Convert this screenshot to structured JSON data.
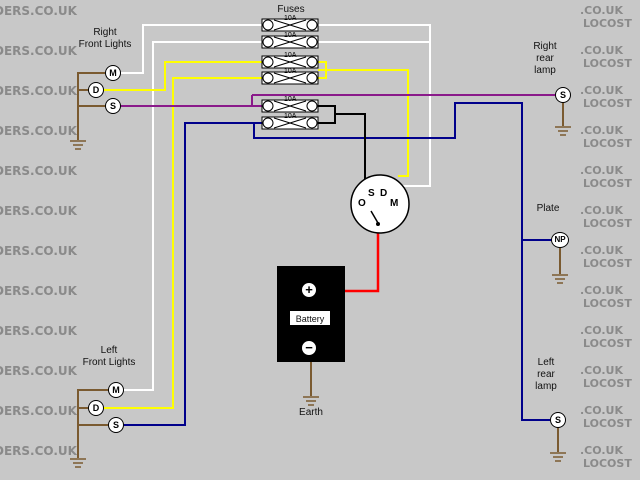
{
  "watermark": {
    "left_rows": [
      "DERS.CO.UK",
      "DERS.CO.UK",
      "DERS.CO.UK",
      "DERS.CO.UK",
      "DERS.CO.UK",
      "DERS.CO.UK",
      "DERS.CO.UK",
      "DERS.CO.UK",
      "DERS.CO.UK",
      "DERS.CO.UK",
      "DERS.CO.UK",
      "DERS.CO.UK"
    ],
    "right_rows": [
      "LOCOST",
      "LOCOST",
      "LOCOST",
      "LOCOST",
      "LOCOST",
      "LOCOST",
      "LOCOST",
      "LOCOST",
      "LOCOST",
      "LOCOST",
      "LOCOST",
      "LOCOST"
    ],
    "right_prefix": ".CO.UK"
  },
  "labels": {
    "fuses": "Fuses",
    "right_front_lights": "Right\nFront Lights",
    "left_front_lights": "Left\nFront Lights",
    "right_rear_lamp": "Right\nrear\nlamp",
    "left_rear_lamp": "Left\nrear\nlamp",
    "plate": "Plate",
    "battery": "Battery",
    "earth": "Earth"
  },
  "fuse_ratings": [
    "10A",
    "10A",
    "10A",
    "10A",
    "10A",
    "10A"
  ],
  "terminals": {
    "m": "M",
    "d": "D",
    "s": "S",
    "np": "NP",
    "plus": "+",
    "minus": "−"
  },
  "switch": {
    "o": "O",
    "s": "S",
    "d": "D",
    "m": "M"
  },
  "colors": {
    "white_wire": "#ffffff",
    "yellow_wire": "#ffff00",
    "purple_wire": "#8a1a8a",
    "blue_wire": "#00008b",
    "black_wire": "#000000",
    "red_wire": "#ff0000",
    "earth": "#7a5a30",
    "background": "#c8c8c8"
  }
}
